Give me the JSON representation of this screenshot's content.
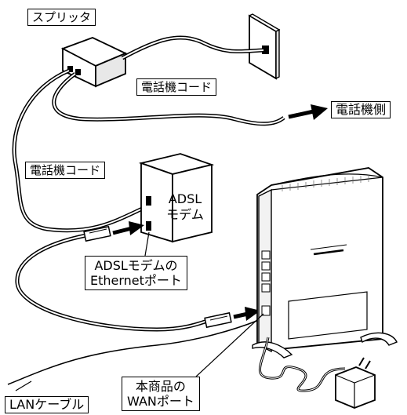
{
  "labels": {
    "splitter": "スプリッタ",
    "phone_cord_top": "電話機コード",
    "phone_side": "電話機側",
    "phone_cord_left": "電話機コード",
    "modem_line1": "ADSL",
    "modem_line2": "モデム",
    "ethernet_line1": "ADSLモデムの",
    "ethernet_line2": "Ethernetポート",
    "lan_cable": "LANケーブル",
    "wan_line1": "本商品の",
    "wan_line2": "WANポート"
  },
  "colors": {
    "line": "#000000",
    "background": "#ffffff",
    "label_border": "#000000"
  }
}
